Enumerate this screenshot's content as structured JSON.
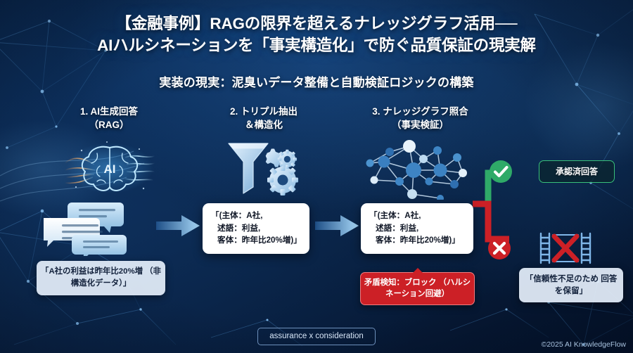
{
  "header": {
    "title_line1": "【金融事例】RAGの限界を超えるナレッジグラフ活用──",
    "title_line2": "AIハルシネーションを「事実構造化」で防ぐ品質保証の現実解",
    "subtitle": "実装の現実：泥臭いデータ整備と自動検証ロジックの構築"
  },
  "steps": [
    {
      "id": "step1",
      "line1": "1. AI生成回答",
      "line2": "（RAG）"
    },
    {
      "id": "step2",
      "line1": "2. トリプル抽出",
      "line2": "＆構造化"
    },
    {
      "id": "step3",
      "line1": "3. ナレッジグラフ照合",
      "line2": "（事実検証）"
    }
  ],
  "cards": {
    "raw_answer": {
      "line1": "「A社の利益は昨年比20%増",
      "line2": "（非構造化データ）」"
    },
    "triple_1": {
      "line1": "「(主体：A社,",
      "line2": "述語：利益,",
      "line3": "客体：昨年比20%増)」"
    },
    "triple_2": {
      "line1": "「(主体：A社,",
      "line2": "述語：利益,",
      "line3": "客体：昨年比20%増)」"
    },
    "approved": "承認済回答",
    "conflict": {
      "line1": "矛盾検知：ブロック",
      "line2": "（ハルシネーション回避）"
    },
    "hold": {
      "line1": "「信頼性不足のため",
      "line2": "回答を保留」"
    }
  },
  "icons": {
    "brain_label": "AI",
    "brain": "brain-icon",
    "chat": "chat-bubbles-icon",
    "funnel": "funnel-gears-icon",
    "graph": "knowledge-graph-icon",
    "check": "check-circle-icon",
    "cross": "cross-circle-icon",
    "barrier": "blocked-gate-icon",
    "arrow": "arrow-right-icon"
  },
  "footer": {
    "tag": "assurance x consideration",
    "copyright": "©2025 AI KnowledgeFlow"
  },
  "colors": {
    "bg_deep": "#04122a",
    "bg_mid": "#0a2a52",
    "accent_blue": "#8ec6f2",
    "success_green": "#2faa68",
    "danger_red": "#cc2026",
    "card_white": "#ffffff"
  }
}
